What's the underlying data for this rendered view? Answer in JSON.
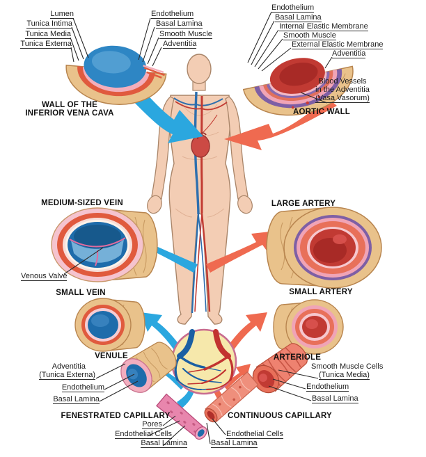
{
  "vena_cava": {
    "title_line1": "WALL OF THE",
    "title_line2": "INFERIOR VENA CAVA",
    "left_labels": [
      "Lumen",
      "Tunica Intima",
      "Tunica Media",
      "Tunica Externa"
    ],
    "inner_labels": [
      "Endothelium",
      "Basal Lamina",
      "Smooth Muscle",
      "Adventitia"
    ]
  },
  "aorta": {
    "title": "AORTIC WALL",
    "labels": [
      "Endothelium",
      "Basal Lamina",
      "Internal Elastic Membrane",
      "Smooth Muscle",
      "External Elastic Membrane",
      "Adventitia"
    ],
    "vasa_line1": "Blood Vessels",
    "vasa_line2": "in the Adventitia",
    "vasa_line3": "(Vasa Vasorum)"
  },
  "medium_vein": {
    "title": "MEDIUM-SIZED VEIN",
    "valve_label": "Venous Valve"
  },
  "large_artery": {
    "title": "LARGE ARTERY"
  },
  "small_vein": {
    "title": "SMALL VEIN"
  },
  "small_artery": {
    "title": "SMALL ARTERY"
  },
  "venule": {
    "title": "VENULE",
    "label1": "Adventitia",
    "label2": "(Tunica Externa)",
    "label3": "Endothelium",
    "label4": "Basal Lamina"
  },
  "arteriole": {
    "title": "ARTERIOLE",
    "label1": "Smooth Muscle Cells",
    "label2": "(Tunica Media)",
    "label3": "Endothelium",
    "label4": "Basal Lamina"
  },
  "fenestrated_capillary": {
    "title": "FENESTRATED CAPILLARY",
    "labels": [
      "Pores",
      "Endothelial Cells",
      "Basal Lamina"
    ]
  },
  "continuous_capillary": {
    "title": "CONTINUOUS CAPILLARY",
    "labels": [
      "Endothelial Cells",
      "Basal Lamina"
    ]
  },
  "colors": {
    "vein_blue_arrow": "#2ba7df",
    "artery_red_arrow": "#ef6a50",
    "vein_lumen_blue": "#1e6cab",
    "artery_lumen_red": "#c13a33",
    "wall_tan": "#e9c28b",
    "media_red": "#e05a3e",
    "intima_pink": "#f3aebb",
    "elastic_purple": "#7e5fa5",
    "capillary_bed_cream": "#f6e8ab",
    "skin": "#f3cdb4"
  }
}
